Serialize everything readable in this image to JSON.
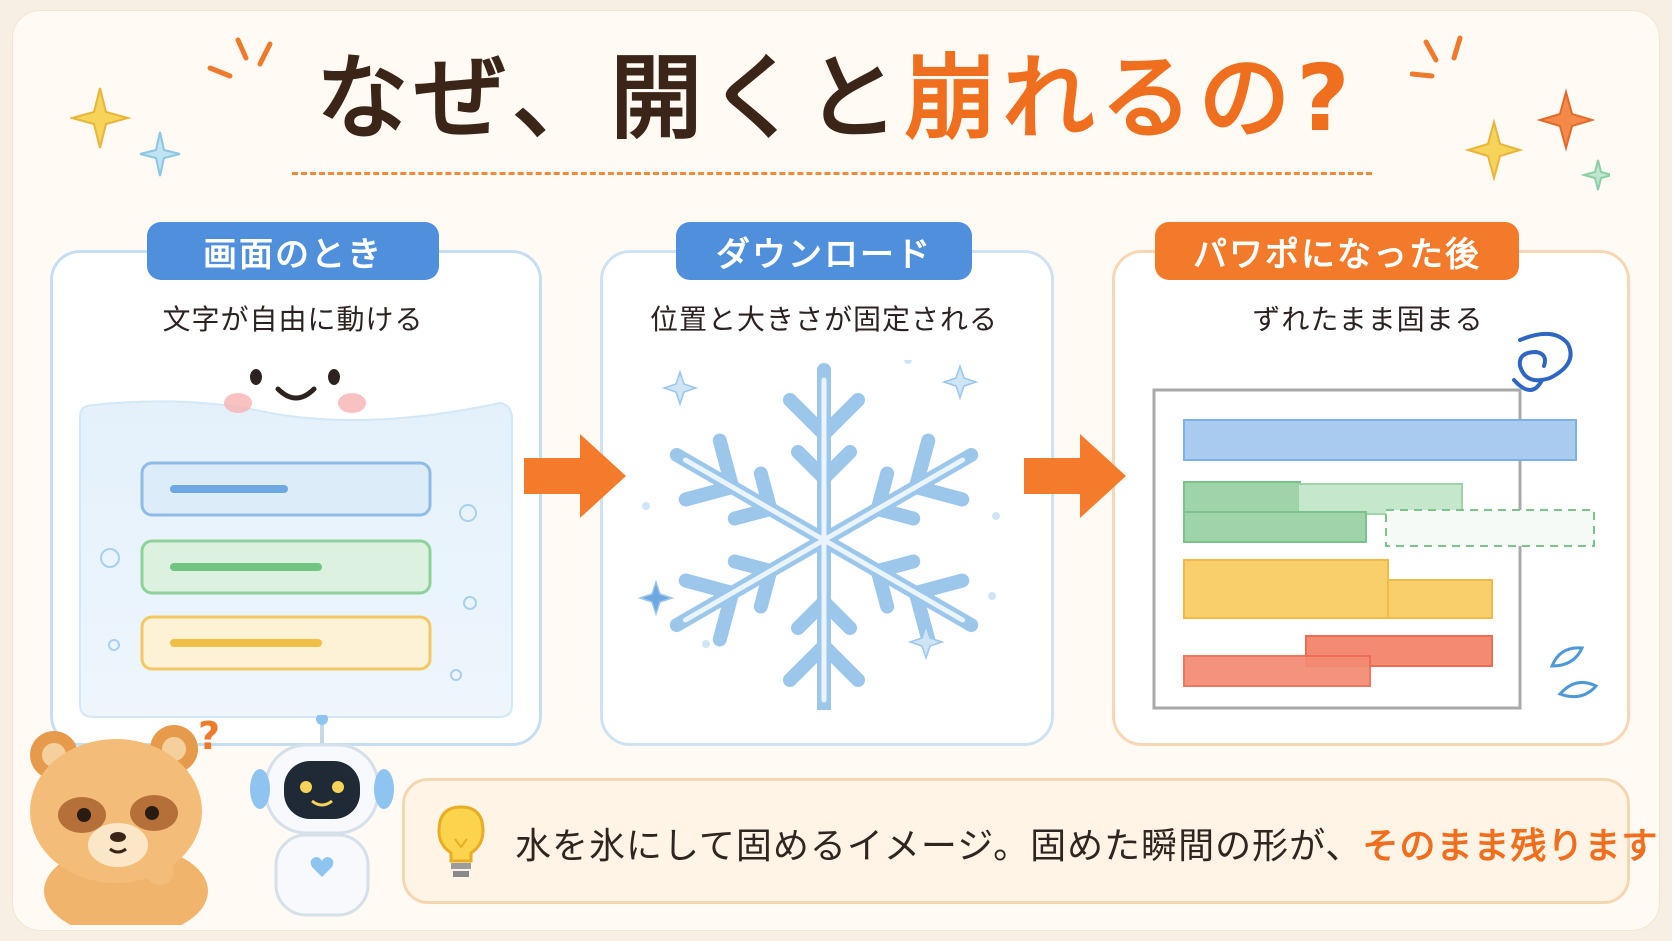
{
  "title": {
    "part1": "なぜ、開くと",
    "part2": "崩れるの?"
  },
  "steps": [
    {
      "label": "画面のとき",
      "caption": "文字が自由に動ける"
    },
    {
      "label": "ダウンロード",
      "caption": "位置と大きさが固定される"
    },
    {
      "label": "パワポになった後",
      "caption": "ずれたまま固まる"
    }
  ],
  "note": {
    "text": "水を氷にして固めるイメージ。固めた瞬間の形が、",
    "emphasis": "そのまま残ります"
  },
  "colors": {
    "accent": "#f06f1f",
    "blue": "#4f8fdc",
    "green": "#8fd19a",
    "yellow": "#f8cf6b",
    "red": "#f27a6a"
  },
  "icons": [
    "sparkle-icon",
    "snowflake-icon",
    "arrow-right-icon",
    "swirl-icon",
    "sweat-drop-icon",
    "lightbulb-icon",
    "question-mark-icon"
  ]
}
